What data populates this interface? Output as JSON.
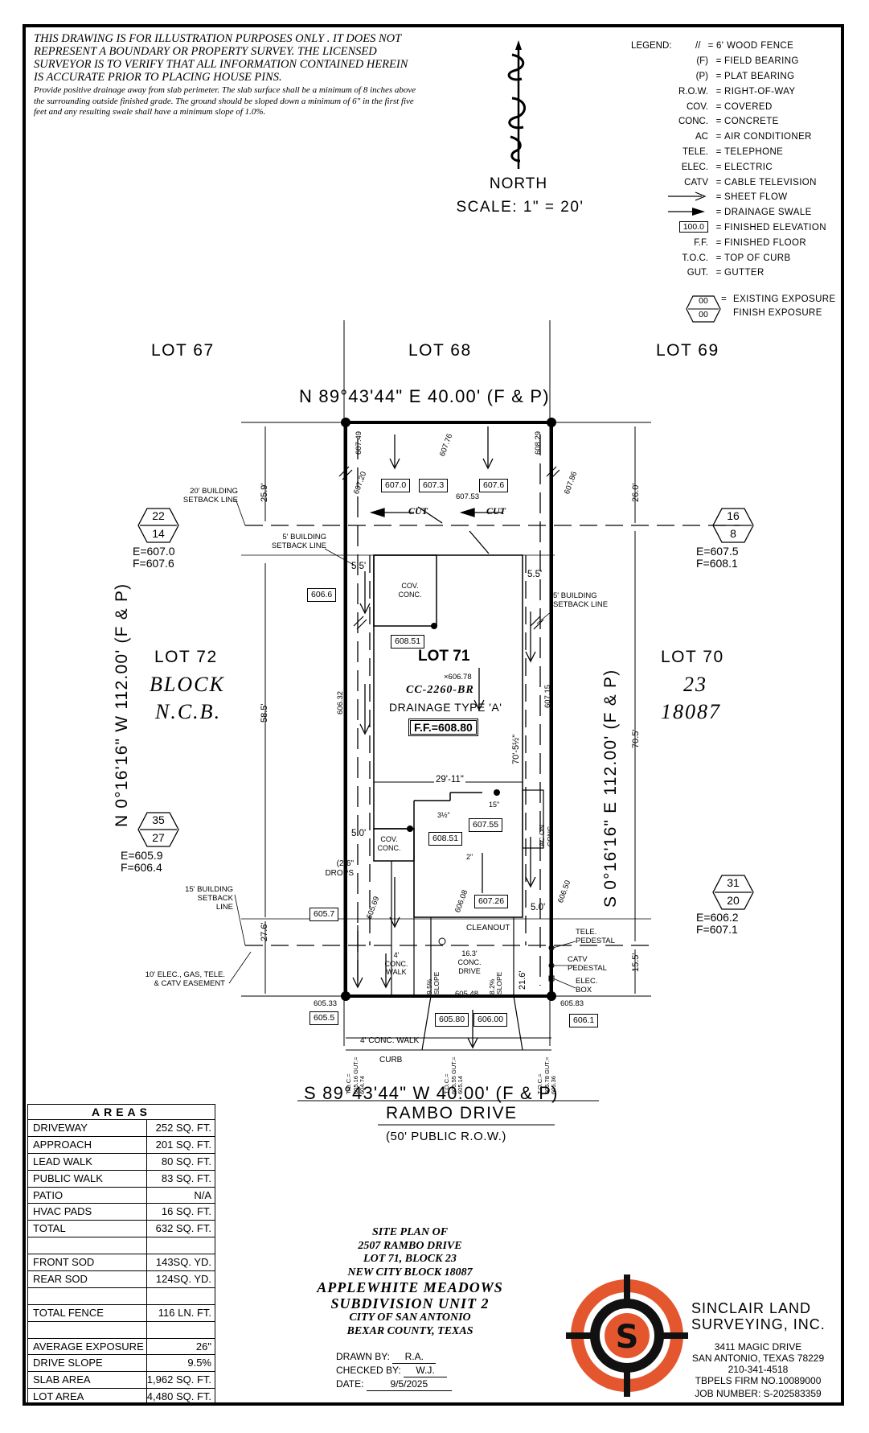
{
  "disclaimer": {
    "line1": "THIS DRAWING IS FOR ILLUSTRATION PURPOSES ONLY . IT DOES NOT REPRESENT A BOUNDARY OR PROPERTY SURVEY. THE LICENSED SURVEYOR IS TO VERIFY THAT ALL INFORMATION CONTAINED HEREIN IS ACCURATE PRIOR TO PLACING HOUSE PINS.",
    "line2": "Provide positive drainage away from slab perimeter. The slab surface shall be a minimum of 8 inches above the surrounding outside finished grade. The ground should be sloped down a minimum of 6\" in the first five feet and any resulting swale shall have a minimum slope of 1.0%."
  },
  "north": {
    "label": "NORTH",
    "scale": "SCALE: 1\" = 20'"
  },
  "legend": {
    "title": "LEGEND:",
    "items": [
      {
        "key": "//",
        "value": "6' WOOD FENCE"
      },
      {
        "key": "(F)",
        "value": "FIELD BEARING"
      },
      {
        "key": "(P)",
        "value": "PLAT BEARING"
      },
      {
        "key": "R.O.W.",
        "value": "RIGHT-OF-WAY"
      },
      {
        "key": "COV.",
        "value": "COVERED"
      },
      {
        "key": "CONC.",
        "value": "CONCRETE"
      },
      {
        "key": "AC",
        "value": "AIR CONDITIONER"
      },
      {
        "key": "TELE.",
        "value": "TELEPHONE"
      },
      {
        "key": "ELEC.",
        "value": "ELECTRIC"
      },
      {
        "key": "CATV",
        "value": "CABLE TELEVISION"
      },
      {
        "key": "",
        "value": "SHEET FLOW"
      },
      {
        "key": "",
        "value": "DRAINAGE SWALE"
      },
      {
        "key": "100.0",
        "value": "FINISHED ELEVATION"
      },
      {
        "key": "F.F.",
        "value": "FINISHED FLOOR"
      },
      {
        "key": "T.O.C.",
        "value": "TOP OF CURB"
      },
      {
        "key": "GUT.",
        "value": "GUTTER"
      }
    ],
    "exposure_top": "00",
    "exposure_bottom": "00",
    "exposure_label1": "EXISTING EXPOSURE",
    "exposure_label2": "FINISH EXPOSURE"
  },
  "lots": {
    "lot67": "LOT 67",
    "lot68": "LOT 68",
    "lot69": "LOT 69",
    "lot72": "LOT 72",
    "lot70": "LOT 70",
    "lot71": "LOT 71"
  },
  "block": {
    "left1": "BLOCK",
    "left2": "N.C.B.",
    "right1": "23",
    "right2": "18087"
  },
  "bearings": {
    "north": "N 89°43'44\" E 40.00' (F & P)",
    "south": "S 89°43'44\" W 40.00' (F & P)",
    "west": "N 0°16'16\" W 112.00' (F & P)",
    "east": "S 0°16'16\" E 112.00' (F & P)"
  },
  "street": {
    "name": "RAMBO DRIVE",
    "row": "(50' PUBLIC R.O.W.)"
  },
  "house": {
    "cc": "CC-2260-BR",
    "drainage": "DRAINAGE TYPE 'A'",
    "ff": "F.F.=608.80",
    "spot": "×606.78"
  },
  "setbacks": {
    "building20": "20' BUILDING SETBACK LINE",
    "building5_left": "5' BUILDING SETBACK LINE",
    "building5_right": "5' BUILDING SETBACK LINE",
    "building15": "15' BUILDING SETBACK LINE",
    "easement": "10' ELEC., GAS, TELE. & CATV EASEMENT"
  },
  "exposures": [
    {
      "top": "22",
      "bottom": "14",
      "e": "E=607.0",
      "f": "F=607.6"
    },
    {
      "top": "16",
      "bottom": "8",
      "e": "E=607.5",
      "f": "F=608.1"
    },
    {
      "top": "35",
      "bottom": "27",
      "e": "E=605.9",
      "f": "F=606.4"
    },
    {
      "top": "31",
      "bottom": "20",
      "e": "E=606.2",
      "f": "F=607.1"
    }
  ],
  "elevations": {
    "e6070": "607.0",
    "e6073": "607.3",
    "e6076": "607.6",
    "e60753": "607.53",
    "e6066": "606.6",
    "e60851a": "608.51",
    "e60851b": "608.51",
    "e60755": "607.55",
    "e60726": "607.26",
    "e6057": "605.7",
    "e60533": "605.33",
    "e6055": "605.5",
    "e60580": "605.80",
    "e60600": "606.00",
    "e60548": "605.48",
    "e60583": "605.83",
    "e6061": "606.1",
    "e60749": "607.49",
    "e60776": "607.76",
    "e60829": "608.29",
    "e60720": "607.20",
    "e60786": "607.86",
    "e60632": "606.32",
    "e60715": "607.15",
    "e60650": "606.50",
    "e60608": "606.08",
    "e60569": "605.69"
  },
  "dims": {
    "d259": "25.9'",
    "d260": "26.0'",
    "d585": "58.5'",
    "d705": "70.5'",
    "d276": "27.6'",
    "d155": "15.5'",
    "d55a": "5.5'",
    "d55b": "5.5'",
    "d50a": "5.0'",
    "d50b": "5.0'",
    "d2911": "29'-11\"",
    "d7052": "70'-5½\"",
    "d216": "21.6'",
    "d163": "16.3'"
  },
  "labels": {
    "cut1": "CUT",
    "cut2": "CUT",
    "cov1": "COV. CONC.",
    "cov2": "COV. CONC.",
    "drops": "(2)6\" DROPS",
    "cleanout": "CLEANOUT",
    "walk4": "4' CONC. WALK",
    "drive": "16.3' CONC. DRIVE",
    "slope95": "9.5% SLOPE",
    "slope82": "8.2% SLOPE",
    "conc_walk": "4' CONC. WALK",
    "curb": "CURB",
    "ac": "AC ON CONC.",
    "tele": "TELE. PEDESTAL",
    "catv": "CATV PEDESTAL",
    "elecbox": "ELEC. BOX",
    "d312": "3½\"",
    "d2in": "2\"",
    "d15": "15\"",
    "toc1": "T.O.C.= 605.16 GUT.= 604.74",
    "toc2": "T.O.C.= 605.55 GUT.= 605.14",
    "toc3": "T.O.C.= 605.78 GUT.= 605.36"
  },
  "areas": {
    "title": "AREAS",
    "rows": [
      {
        "label": "DRIVEWAY",
        "value": "252 SQ. FT."
      },
      {
        "label": "APPROACH",
        "value": "201 SQ. FT."
      },
      {
        "label": "LEAD WALK",
        "value": "80 SQ. FT."
      },
      {
        "label": "PUBLIC WALK",
        "value": "83 SQ. FT."
      },
      {
        "label": "PATIO",
        "value": "N/A"
      },
      {
        "label": "HVAC PADS",
        "value": "16 SQ. FT."
      },
      {
        "label": "TOTAL",
        "value": "632 SQ. FT."
      },
      {
        "label": "",
        "value": ""
      },
      {
        "label": "FRONT SOD",
        "value": "143SQ. YD."
      },
      {
        "label": "REAR SOD",
        "value": "124SQ. YD."
      },
      {
        "label": "",
        "value": ""
      },
      {
        "label": "TOTAL FENCE",
        "value": "116 LN. FT."
      },
      {
        "label": "",
        "value": ""
      },
      {
        "label": "AVERAGE EXPOSURE",
        "value": "26\""
      },
      {
        "label": "DRIVE SLOPE",
        "value": "9.5%"
      },
      {
        "label": "SLAB AREA",
        "value": "1,962 SQ. FT."
      },
      {
        "label": "LOT AREA",
        "value": "4,480 SQ. FT."
      }
    ]
  },
  "title": {
    "l1": "SITE PLAN OF",
    "l2": "2507 RAMBO DRIVE",
    "l3": "LOT 71, BLOCK 23",
    "l4": "NEW CITY BLOCK 18087",
    "l5": "APPLEWHITE MEADOWS",
    "l6": "SUBDIVISION UNIT 2",
    "l7": "CITY OF SAN ANTONIO",
    "l8": "BEXAR COUNTY, TEXAS",
    "drawn_label": "DRAWN BY:",
    "drawn": "R.A.",
    "checked_label": "CHECKED BY:",
    "checked": "W.J.",
    "date_label": "DATE:",
    "date": "9/5/2025"
  },
  "company": {
    "name1": "SINCLAIR LAND",
    "name2": "SURVEYING, INC.",
    "addr1": "3411 MAGIC DRIVE",
    "addr2": "SAN ANTONIO, TEXAS 78229",
    "phone": "210-341-4518",
    "firm": "TBPELS FIRM NO.10089000",
    "job": "JOB NUMBER: S-202583359",
    "logo_letter": "S",
    "logo_orange": "#e4572e",
    "logo_black": "#111111"
  }
}
